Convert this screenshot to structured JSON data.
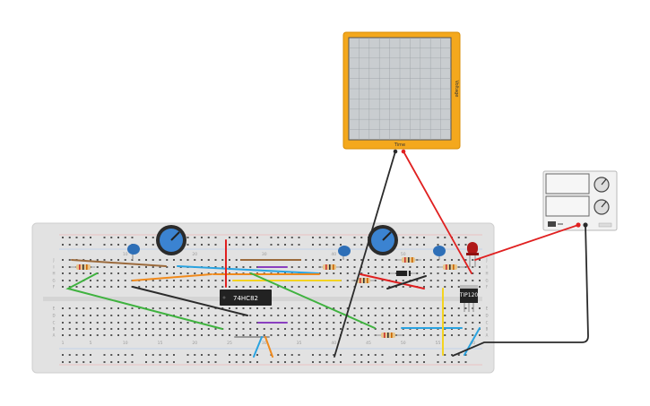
{
  "oscilloscope": {
    "x_label": "Time",
    "y_label": "Voltage"
  },
  "chips": {
    "logic_ic": "74HC82",
    "transistor": "TIP120"
  },
  "breadboard": {
    "column_numbers": [
      "1",
      "5",
      "10",
      "15",
      "20",
      "25",
      "30",
      "35",
      "40",
      "45",
      "50",
      "55",
      "60"
    ],
    "top_column_numbers": [
      "10",
      "20",
      "30",
      "40",
      "50",
      "60"
    ],
    "row_letters_top": [
      "J",
      "I",
      "H",
      "G",
      "F"
    ],
    "row_letters_bottom": [
      "E",
      "D",
      "C",
      "B",
      "A"
    ]
  },
  "power_supply": {
    "display_top": "",
    "display_bottom": ""
  },
  "colors": {
    "breadboard": "#e2e2e2",
    "scope_frame": "#f4a81d",
    "scope_screen": "#c9cdd0",
    "wire_red": "#e02020",
    "wire_black": "#2b2b2b",
    "wire_green": "#3fb23f",
    "wire_orange": "#f08a1c",
    "wire_yellow": "#f4d320",
    "wire_blue": "#2aa3e0",
    "wire_brown": "#9b6a3c",
    "wire_purple": "#8a3fc0",
    "pot_blue": "#3b83d1",
    "cap_blue": "#2e6fb7"
  }
}
